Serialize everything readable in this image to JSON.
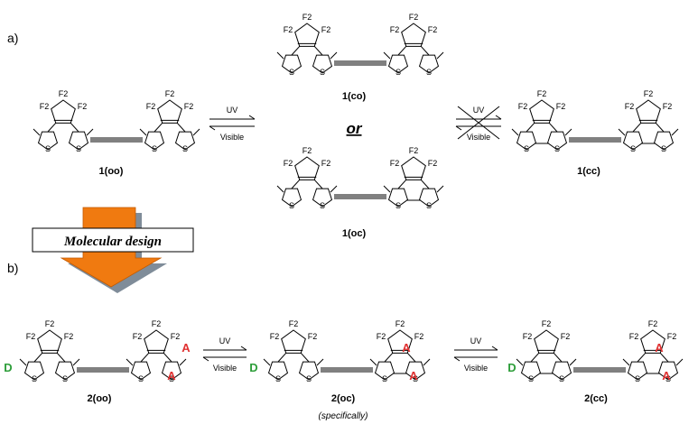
{
  "panels": {
    "a": "a)",
    "b": "b)"
  },
  "atoms": {
    "f2": "F2",
    "s": "S"
  },
  "compounds": {
    "oo1": "1(oo)",
    "co1": "1(co)",
    "oc1": "1(oc)",
    "cc1": "1(cc)",
    "oo2": "2(oo)",
    "oc2": "2(oc)",
    "cc2": "2(cc)"
  },
  "arrows": {
    "uv": "UV",
    "visible": "Visible"
  },
  "or_text": "or",
  "design_label": "Molecular design",
  "specifically": "(specifically)",
  "donor": "D",
  "acceptor": "A",
  "colors": {
    "forbidden_cross": "#e03030",
    "acceptor": "#e03030",
    "donor": "#2e9e3a",
    "design_arrow": "#f07a10",
    "design_arrow_shadow": "#7f8c99"
  }
}
